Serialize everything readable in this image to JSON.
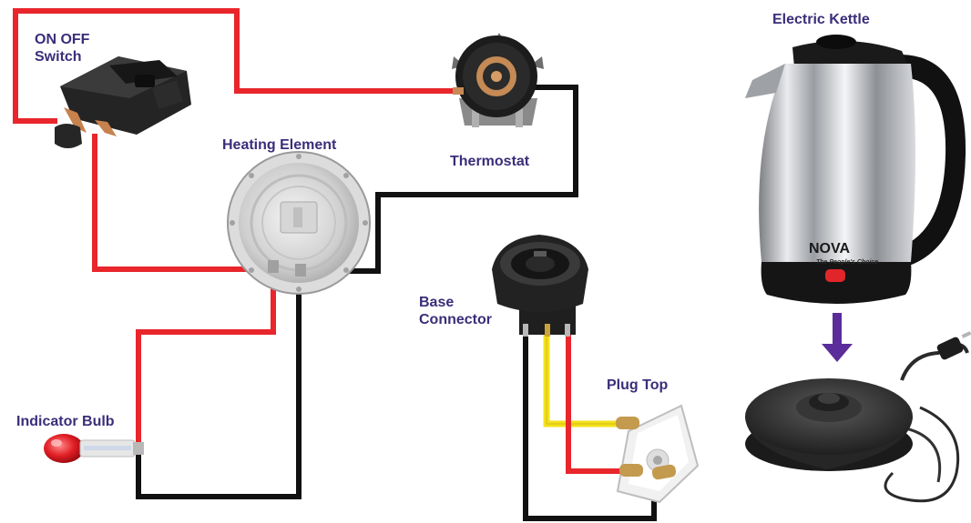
{
  "labels": {
    "switch": "ON OFF\nSwitch",
    "heating_element": "Heating Element",
    "thermostat": "Thermostat",
    "base_connector": "Base\nConnector",
    "plug_top": "Plug Top",
    "indicator_bulb": "Indicator Bulb",
    "kettle": "Electric Kettle"
  },
  "kettle_brand": "NOVA",
  "kettle_tagline": "The People's Choice",
  "wire_colors": {
    "red": "#e8262b",
    "black": "#111111",
    "yellow": "#f5e11b"
  },
  "label_color": "#3a2e7a",
  "arrow_color": "#5b2d9a",
  "icons": [
    "switch-icon",
    "thermostat-icon",
    "heating-element-icon",
    "base-connector-icon",
    "plug-top-icon",
    "indicator-bulb-icon",
    "kettle-icon",
    "kettle-base-icon",
    "arrow-down-icon"
  ]
}
